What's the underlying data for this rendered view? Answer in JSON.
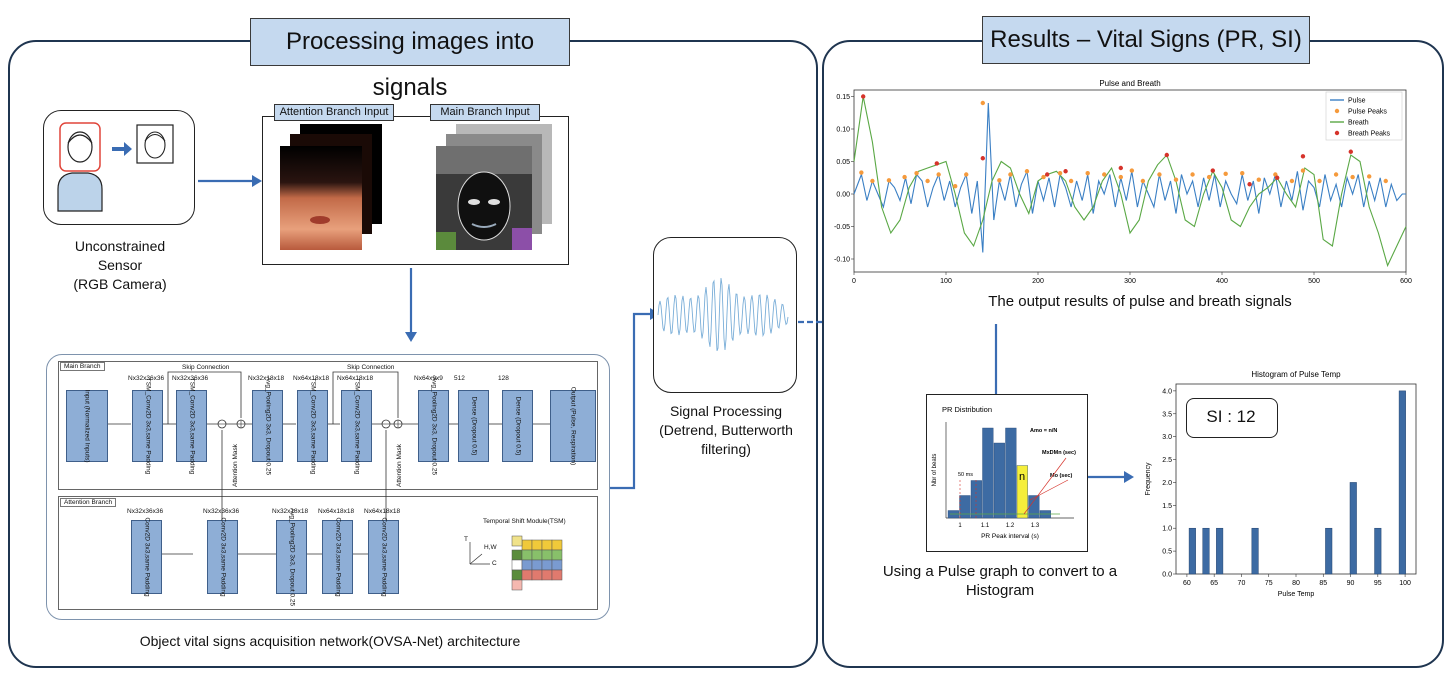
{
  "left_panel": {
    "title": "Processing images into signals"
  },
  "right_panel": {
    "title": "Results – Vital Signs (PR, SI)"
  },
  "sensor": {
    "caption_line1": "Unconstrained",
    "caption_line2": "Sensor",
    "caption_line3": "(RGB Camera)"
  },
  "inputs": {
    "attention_label": "Attention Branch Input",
    "main_label": "Main Branch Input"
  },
  "network": {
    "caption": "Object vital signs acquisition network(OVSA-Net) architecture",
    "main_branch_title": "Main Branch",
    "attention_branch_title": "Attention Branch",
    "skip_connection": "Skip Connection",
    "attention_mask": "Attention Mask",
    "tsm_title": "Temporal Shift Module(TSM)",
    "tsm_axis_t": "T",
    "tsm_axis_hw": "H,W",
    "tsm_axis_c": "C",
    "main_layers": [
      {
        "label": "Input (Normalized Inputs)",
        "dim": ""
      },
      {
        "label": "TSM_Conv2D 3x3,same Padding",
        "dim": "Nx32x36x36"
      },
      {
        "label": "TSM_Conv2D 3x3,same Padding",
        "dim": "Nx32x36x36"
      },
      {
        "label": "Avg_Pooling2D 3x3, Dropout 0.25",
        "dim": "Nx32x18x18"
      },
      {
        "label": "TSM_Conv2D 3x3,same Padding",
        "dim": "Nx64x18x18"
      },
      {
        "label": "TSM_Conv2D 3x3,same Padding",
        "dim": "Nx64x18x18"
      },
      {
        "label": "Avg_Pooling2D 3x3, Dropout 0.25",
        "dim": "Nx64x9x9"
      },
      {
        "label": "Dense (Dropout 0.5)",
        "dim": "512"
      },
      {
        "label": "Dense (Dropout 0.5)",
        "dim": "128"
      },
      {
        "label": "Output (Pulse, Respiration)",
        "dim": ""
      }
    ],
    "attention_layers": [
      {
        "label": "Conv2D 3x3,same Padding",
        "dim": "Nx32x36x36"
      },
      {
        "label": "Conv2D 3x3,same Padding",
        "dim": "Nx32x36x36"
      },
      {
        "label": "Avg_Pooling2D 3x3, Dropout 0.25",
        "dim": "Nx32x18x18"
      },
      {
        "label": "Conv2D 3x3,same Padding",
        "dim": "Nx64x18x18"
      },
      {
        "label": "Conv2D 3x3,same Padding",
        "dim": "Nx64x18x18"
      }
    ]
  },
  "signal_processing": {
    "line1": "Signal Processing",
    "line2": "(Detrend, Butterworth",
    "line3": "filtering)"
  },
  "pulse_chart": {
    "caption": "The output results of pulse and breath signals"
  },
  "histogram_caption": {
    "line1": "Using a Pulse graph to convert to a",
    "line2": "Histogram"
  },
  "pr_distribution": {
    "title": "PR Distribution",
    "ylabel": "Nbr of beats",
    "xlabel": "PR Peak interval (s)",
    "ticks": [
      "1",
      "1.1",
      "1.2",
      "1.3"
    ],
    "bins": [
      1,
      3,
      5,
      12,
      10,
      12,
      7,
      3,
      1
    ],
    "highlight_bin": 6,
    "ann_50ms": "50 ms",
    "ann_amo": "Amo = n/N",
    "ann_mxdmn": "MxDMn (sec)",
    "ann_mo": "Mo (sec)",
    "ann_n": "n"
  },
  "si_label": "SI : 12",
  "colors": {
    "accent": "#c5d9ef",
    "bar": "#3d6ba3",
    "pulse": "#3a7fc4",
    "breath": "#5aa845",
    "pulse_peak": "#f59a3c",
    "breath_peak": "#d6332b",
    "arrow": "#3a6cb3"
  },
  "chart_data": [
    {
      "type": "line",
      "title": "Pulse and Breath",
      "xlabel": "",
      "ylabel": "",
      "xlim": [
        0,
        600
      ],
      "ylim": [
        -0.12,
        0.16
      ],
      "xticks": [
        0,
        100,
        200,
        300,
        400,
        500,
        600
      ],
      "yticks": [
        -0.1,
        -0.05,
        0.0,
        0.05,
        0.1,
        0.15
      ],
      "legend_placement": "top-right",
      "series": [
        {
          "name": "Pulse",
          "kind": "line",
          "x": [
            0,
            8,
            14,
            20,
            26,
            32,
            38,
            44,
            50,
            56,
            62,
            68,
            74,
            80,
            86,
            92,
            98,
            104,
            110,
            116,
            122,
            128,
            134,
            140,
            146,
            152,
            158,
            164,
            170,
            176,
            182,
            188,
            194,
            200,
            206,
            212,
            218,
            224,
            230,
            236,
            242,
            248,
            254,
            260,
            266,
            272,
            278,
            284,
            290,
            296,
            302,
            308,
            314,
            320,
            326,
            332,
            338,
            344,
            350,
            356,
            362,
            368,
            374,
            380,
            386,
            392,
            398,
            404,
            410,
            416,
            422,
            428,
            434,
            440,
            446,
            452,
            458,
            464,
            470,
            476,
            482,
            488,
            494,
            500,
            506,
            512,
            518,
            524,
            530,
            536,
            542,
            548,
            554,
            560,
            566,
            572,
            578,
            584,
            590,
            596,
            600
          ],
          "y": [
            0.0,
            0.03,
            -0.01,
            0.02,
            0.0,
            -0.02,
            0.02,
            0.01,
            -0.01,
            0.025,
            -0.015,
            0.03,
            0.02,
            -0.02,
            0.01,
            0.03,
            -0.01,
            0.02,
            -0.02,
            0.01,
            0.03,
            -0.03,
            0.02,
            -0.09,
            0.14,
            -0.04,
            0.02,
            -0.01,
            0.03,
            -0.02,
            0.015,
            0.035,
            -0.03,
            0.02,
            -0.01,
            0.025,
            -0.02,
            0.03,
            0.01,
            -0.02,
            0.02,
            -0.01,
            0.03,
            -0.03,
            0.02,
            0.0,
            0.03,
            -0.02,
            0.025,
            -0.01,
            0.035,
            -0.02,
            0.02,
            0.0,
            -0.02,
            0.03,
            -0.01,
            0.02,
            -0.03,
            0.03,
            0.0,
            0.02,
            -0.02,
            0.025,
            -0.01,
            0.03,
            -0.02,
            0.02,
            0.0,
            -0.015,
            0.03,
            -0.01,
            0.02,
            -0.03,
            0.025,
            0.0,
            0.03,
            -0.02,
            0.02,
            -0.01,
            0.035,
            -0.025,
            0.02,
            0.01,
            -0.02,
            0.03,
            -0.01,
            0.015,
            -0.02,
            0.025,
            0.0,
            0.03,
            -0.02,
            0.02,
            -0.01,
            0.025,
            -0.02,
            0.015,
            -0.01,
            0.0,
            0.0
          ]
        },
        {
          "name": "Pulse Peaks",
          "kind": "scatter",
          "x": [
            8,
            20,
            38,
            55,
            68,
            80,
            92,
            110,
            122,
            140,
            158,
            170,
            188,
            206,
            224,
            236,
            254,
            272,
            290,
            302,
            314,
            332,
            350,
            368,
            386,
            404,
            422,
            440,
            458,
            476,
            488,
            506,
            524,
            542,
            560,
            578
          ],
          "y": [
            0.033,
            0.02,
            0.021,
            0.026,
            0.032,
            0.02,
            0.03,
            0.012,
            0.03,
            0.14,
            0.021,
            0.03,
            0.035,
            0.026,
            0.032,
            0.02,
            0.032,
            0.03,
            0.026,
            0.036,
            0.02,
            0.03,
            0.022,
            0.03,
            0.026,
            0.031,
            0.032,
            0.022,
            0.03,
            0.02,
            0.036,
            0.02,
            0.03,
            0.026,
            0.027,
            0.02
          ]
        },
        {
          "name": "Breath",
          "kind": "line",
          "x": [
            0,
            10,
            20,
            30,
            40,
            50,
            60,
            70,
            80,
            90,
            100,
            110,
            120,
            130,
            140,
            150,
            160,
            170,
            180,
            190,
            200,
            210,
            220,
            230,
            240,
            250,
            260,
            270,
            280,
            290,
            300,
            310,
            320,
            330,
            340,
            350,
            360,
            370,
            380,
            390,
            400,
            410,
            420,
            430,
            440,
            450,
            460,
            470,
            480,
            490,
            500,
            510,
            520,
            530,
            540,
            550,
            560,
            570,
            580,
            590,
            600
          ],
          "y": [
            0.05,
            0.15,
            0.08,
            -0.02,
            -0.06,
            -0.04,
            0.01,
            0.035,
            0.04,
            0.045,
            0.05,
            0.0,
            -0.06,
            -0.08,
            -0.04,
            0.02,
            0.05,
            0.04,
            0.0,
            -0.03,
            0.02,
            0.03,
            0.035,
            0.02,
            -0.02,
            -0.04,
            -0.02,
            0.02,
            0.04,
            0.0,
            -0.06,
            -0.04,
            0.02,
            0.045,
            0.06,
            0.02,
            -0.04,
            -0.05,
            0.0,
            0.035,
            0.01,
            -0.04,
            -0.05,
            -0.02,
            0.0,
            0.01,
            0.025,
            0.0,
            -0.02,
            0.04,
            0.03,
            -0.07,
            -0.08,
            0.0,
            0.06,
            0.05,
            -0.02,
            -0.06,
            -0.11,
            -0.08,
            -0.05
          ]
        },
        {
          "name": "Breath Peaks",
          "kind": "scatter",
          "x": [
            10,
            90,
            140,
            210,
            230,
            290,
            340,
            390,
            430,
            460,
            488,
            540
          ],
          "y": [
            0.15,
            0.047,
            0.055,
            0.03,
            0.035,
            0.04,
            0.06,
            0.036,
            0.015,
            0.025,
            0.058,
            0.065
          ]
        }
      ]
    },
    {
      "type": "bar",
      "title": "Histogram of Pulse Temp",
      "xlabel": "Pulse Temp",
      "ylabel": "Frequency",
      "xlim": [
        58,
        102
      ],
      "ylim": [
        0,
        4.15
      ],
      "xticks": [
        60,
        65,
        70,
        75,
        80,
        85,
        90,
        95,
        100
      ],
      "yticks": [
        0.0,
        0.5,
        1.0,
        1.5,
        2.0,
        2.5,
        3.0,
        3.5,
        4.0
      ],
      "grid": false,
      "series": [
        {
          "name": "",
          "x": [
            61,
            63.5,
            66,
            72.5,
            86,
            90.5,
            95,
            99.5
          ],
          "values": [
            1,
            1,
            1,
            1,
            1,
            2,
            1,
            4
          ]
        }
      ]
    }
  ]
}
